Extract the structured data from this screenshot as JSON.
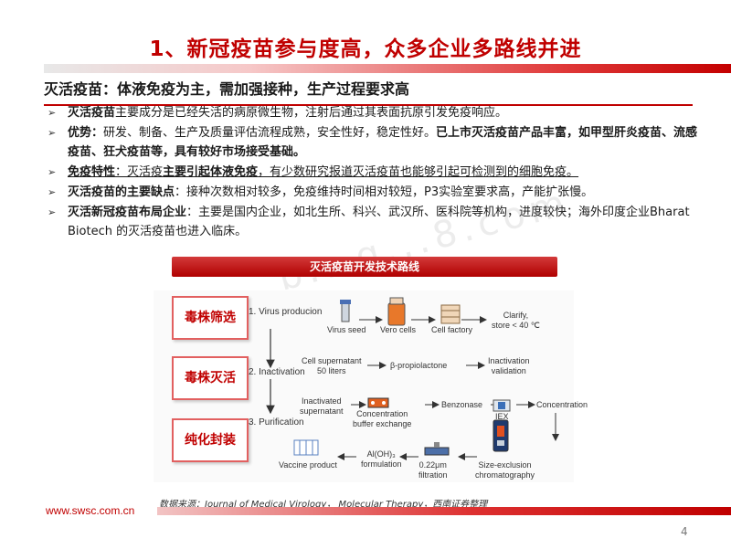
{
  "title": "1、新冠疫苗参与度高，众多企业多路线并进",
  "headline": "灭活疫苗：体液免疫为主，需加强接种，生产过程要求高",
  "bullets": [
    {
      "head": "灭活疫苗",
      "text": "主要成分是已经失活的病原微生物，注射后通过其表面抗原引发免疫响应。"
    },
    {
      "head": "优势：",
      "text": "研发、制备、生产及质量评估流程成熟，安全性好，稳定性好。",
      "emph": "已上市灭活疫苗产品丰富，如甲型肝炎疫苗、流感疫苗、狂犬疫苗等，具有较好市场接受基础。"
    },
    {
      "head": "免疫特性",
      "text_a": "：灭活疫",
      "emph": "主要引起体液免疫",
      "text_b": "，有少数研究报道灭活疫苗也能够引起可检测到的细胞免疫。"
    },
    {
      "head": "灭活疫苗的主要缺点",
      "text": "：接种次数相对较多，免疫维持时间相对较短，P3实验室要求高，产能扩张慢。"
    },
    {
      "head": "灭活新冠疫苗布局企业",
      "text": "：主要是国内企业，如北生所、科兴、武汉所、医科院等机构，进度较快；海外印度企业Bharat Biotech 的灭活疫苗也进入临床。"
    }
  ],
  "watermark": "b...g...8.com",
  "diagram": {
    "label": "灭活疫苗开发技术路线",
    "stages": [
      "毒株筛选",
      "毒株灭活",
      "纯化封装"
    ],
    "steps": [
      "1. Virus producion",
      "2. Inactivation",
      "3. Purification"
    ],
    "row1": [
      "Virus seed",
      "Vero cells",
      "Cell factory",
      "Clarify,\nstore < 40 ℃"
    ],
    "row2": [
      "Cell supernatant\n50 liters",
      "β-propiolactone",
      "Inactivation\nvalidation"
    ],
    "row3": [
      "Inactivated\nsupernatant",
      "Concentration\nbuffer exchange",
      "Benzonase",
      "IEX",
      "Concentration"
    ],
    "row4": [
      "Vaccine product",
      "Al(OH)₃\nformulation",
      "0.22μm\nfiltration",
      "Size-exclusion\nchromatography"
    ]
  },
  "source": "数据来源：Journal of Medical Virology， Molecular Therapy，西南证券整理",
  "footer_url": "www.swsc.com.cn",
  "page_number": "4"
}
